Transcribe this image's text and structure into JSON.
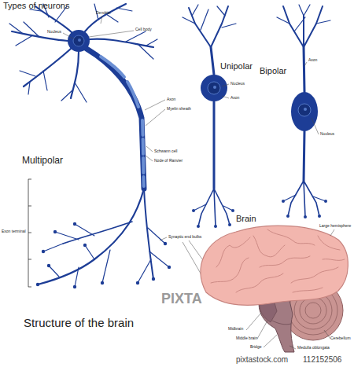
{
  "diagram": {
    "title": "Types of neurons",
    "caption": "Structure of the brain",
    "labels": [
      "Dendrite",
      "Nucleus",
      "Cell body",
      "Axon",
      "Myelin sheath",
      "Schwann cell",
      "Node of Ranvier",
      "Multipolar",
      "Exon terminal",
      "Synaptic end bulbs",
      "Unipolar",
      "Nucleus",
      "Axon",
      "Bipolar",
      "Axon",
      "Nucleus",
      "Brain",
      "Large hemisphere",
      "Midbrain",
      "Middle brain",
      "Bridge",
      "Cerebellum",
      "Medulla oblongata",
      "PIXTA",
      "pixtastock.com",
      "112152506"
    ]
  }
}
